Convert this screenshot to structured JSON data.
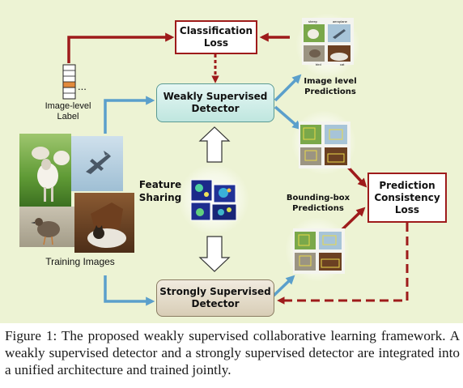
{
  "diagram": {
    "classification_loss": "Classification\nLoss",
    "weak_detector": "Weakly Supervised\nDetector",
    "strong_detector": "Strongly Supervised\nDetector",
    "prediction_loss": "Prediction\nConsistency\nLoss",
    "feature_sharing": "Feature\nSharing",
    "image_level_label": "Image-level\nLabel",
    "ellipsis": "...",
    "image_level_predictions": "Image level\nPredictions",
    "bbox_predictions": "Bounding-box\nPredictions",
    "training_images": "Training Images",
    "thumb_tags": [
      "sheep",
      "aeroplane",
      "bird",
      "cat"
    ]
  },
  "caption": "Figure 1: The proposed weakly supervised collaborative learning framework. A weakly supervised detector and a strongly supervised detector are integrated into a unified architecture and trained jointly.",
  "colors": {
    "background": "#edf3d4",
    "red_arrow": "#9e1b1b",
    "blue_arrow": "#5b9fcb",
    "weak_box": "#bfe6df",
    "strong_box": "#d8cdb6"
  }
}
